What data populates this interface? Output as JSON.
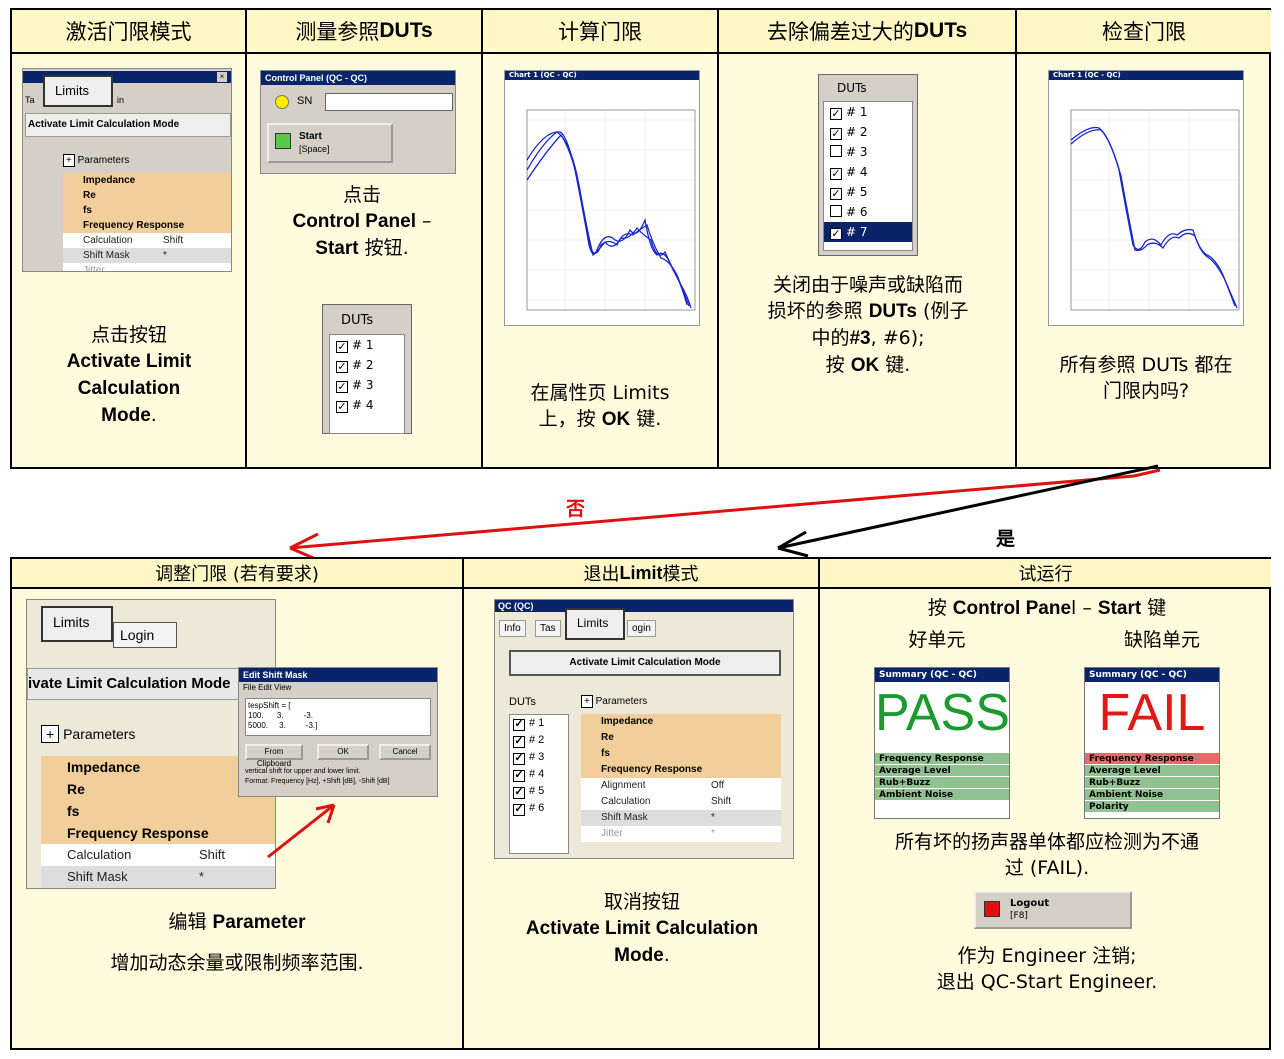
{
  "steps_top": [
    {
      "title_pre": "激活门限模式",
      "title_bold": "",
      "desc": [
        "点击按钮"
      ],
      "desc_bold": [
        "Activate Limit",
        "Calculation",
        "Mode"
      ],
      "desc_end": "."
    },
    {
      "title_pre": "测量参照 ",
      "title_bold": "DUTs",
      "desc1": "点击",
      "desc_bold1": "Control Panel",
      "desc_dash": " –",
      "desc_bold2": "Start",
      "desc_end": " 按钮."
    },
    {
      "title_pre": "计算门限",
      "title_bold": "",
      "desc1": "在属性页 Limits",
      "desc2_pre": "上，按 ",
      "desc2_bold": "OK",
      "desc2_end": " 键."
    },
    {
      "title_pre": "去除偏差过大的 ",
      "title_bold": "DUTs",
      "desc1": "关闭由于噪声或缺陷而",
      "desc2_pre": "损坏的参照 ",
      "desc2_bold": "DUTs",
      "desc2_end": " (例子",
      "desc3_pre": "中的",
      "desc3_bold": "#3",
      "desc3_end": ", #6);",
      "desc4_pre": "按 ",
      "desc4_bold": "OK",
      "desc4_end": " 键."
    },
    {
      "title_pre": "检查门限",
      "title_bold": "",
      "desc1": "所有参照 DUTs 都在",
      "desc2": "门限内吗?"
    }
  ],
  "arrows": {
    "no_label": "否",
    "yes_label": "是",
    "no_color": "#e01010",
    "yes_color": "#000000"
  },
  "steps_bottom": [
    {
      "title": "调整门限 (若有要求)",
      "desc_pre": "编辑 ",
      "desc_bold": "Parameter",
      "desc2": "增加动态余量或限制频率范围."
    },
    {
      "title_pre": "退出 ",
      "title_bold": "Limit",
      "title_end": " 模式",
      "desc1": "取消按钮",
      "desc_bold": "Activate Limit Calculation",
      "desc_bold2": "Mode",
      "desc_end": "."
    },
    {
      "title": "试运行",
      "line1_pre": "按 ",
      "line1_bold1": "Control Pane",
      "line1_mid": "l – ",
      "line1_bold2": "Start",
      "line1_end": " 键",
      "good_label": "好单元",
      "bad_label": "缺陷单元",
      "desc1": "所有坏的扬声器单体都应检测为不通",
      "desc2": "过 (FAIL).",
      "desc3": "作为 Engineer 注销;",
      "desc4": "退出 QC-Start Engineer."
    }
  ],
  "ui": {
    "limits_tab": "Limits",
    "login_tab": "Login",
    "ta_tab": "Ta",
    "in_tab": "in",
    "activate_btn": "Activate Limit Calculation Mode",
    "activate_cut": "ivate Limit Calculation Mode",
    "parameters": "Parameters",
    "props": [
      "Impedance",
      "Re",
      "fs",
      "Frequency Response"
    ],
    "calc": "Calculation",
    "calc_val": "Shift",
    "shift_mask": "Shift Mask",
    "shift_val": "*",
    "jitter": "Jitter",
    "jitter_val": "*",
    "alignment": "Alignment",
    "alignment_val": "Off",
    "cp_title": "Control Panel (QC - QC)",
    "sn": "SN",
    "start": "Start",
    "start_key": "[Space]",
    "duts_title": "DUTs",
    "duts4": [
      "# 1",
      "# 2",
      "# 3",
      "# 4"
    ],
    "duts7": [
      "# 1",
      "# 2",
      "# 3",
      "# 4",
      "# 5",
      "# 6",
      "# 7"
    ],
    "duts7_checked": [
      true,
      true,
      false,
      true,
      true,
      false,
      true
    ],
    "duts6": [
      "# 1",
      "# 2",
      "# 3",
      "# 4",
      "# 5",
      "# 6"
    ],
    "chart_title": "Chart 1 (QC - QC)",
    "qc_title": "QC (QC)",
    "info_tab": "Info",
    "tas_tab": "Tas",
    "ogin_tab": "ogin",
    "esm_title": "Edit Shift Mask",
    "esm_menu": "File   Edit   View",
    "esm_text": [
      "tespShift = [",
      "100.      3.         -3.",
      "5000.     3.         -3.]"
    ],
    "from_clipboard": "From Clipboard",
    "ok": "OK",
    "cancel": "Cancel",
    "esm_note1": "vertical shift for  upper and lower limit.",
    "esm_note2": "Format: Frequency [Hz],  +Shift [dB],  -Shift [dB]",
    "summ_title": "Summary (QC - QC)",
    "pass": "PASS",
    "fail": "FAIL",
    "pass_rows": [
      "Frequency Response",
      "Average Level",
      "Rub+Buzz",
      "Ambient Noise"
    ],
    "fail_rows": [
      "Frequency Response",
      "Average Level",
      "Rub+Buzz",
      "Ambient Noise",
      "Polarity"
    ],
    "logout": "Logout",
    "logout_key": "[F8]"
  },
  "colors": {
    "header_bg": "#fff7c6",
    "cell_bg": "#fffbdc",
    "pass": "#1b9a2e",
    "fail": "#e01818",
    "curve": "#1a28c8"
  }
}
